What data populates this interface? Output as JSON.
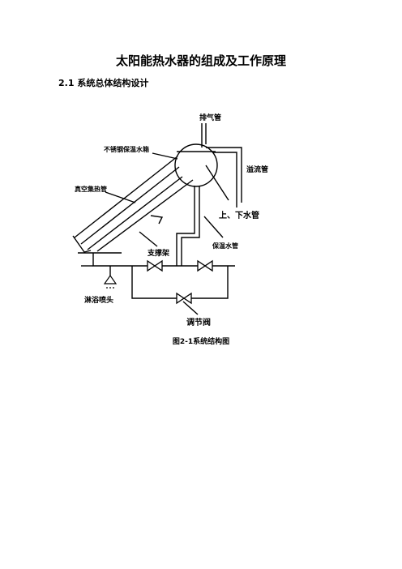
{
  "document": {
    "title": "太阳能热水器的组成及工作原理",
    "section_heading": "2.1 系统总体结构设计",
    "figure_caption": "图2-1系统结构图"
  },
  "diagram": {
    "labels": {
      "exhaust_pipe": "排气管",
      "storage_tank": "不锈钢保温水箱",
      "overflow_pipe": "溢流管",
      "vacuum_collector": "真空集热管",
      "inlet_outlet_pipe": "上、下水管",
      "insulated_pipe": "保温水管",
      "support_frame": "支撑架",
      "shower_head": "淋浴喷头",
      "regulating_valve": "调节阀"
    }
  }
}
